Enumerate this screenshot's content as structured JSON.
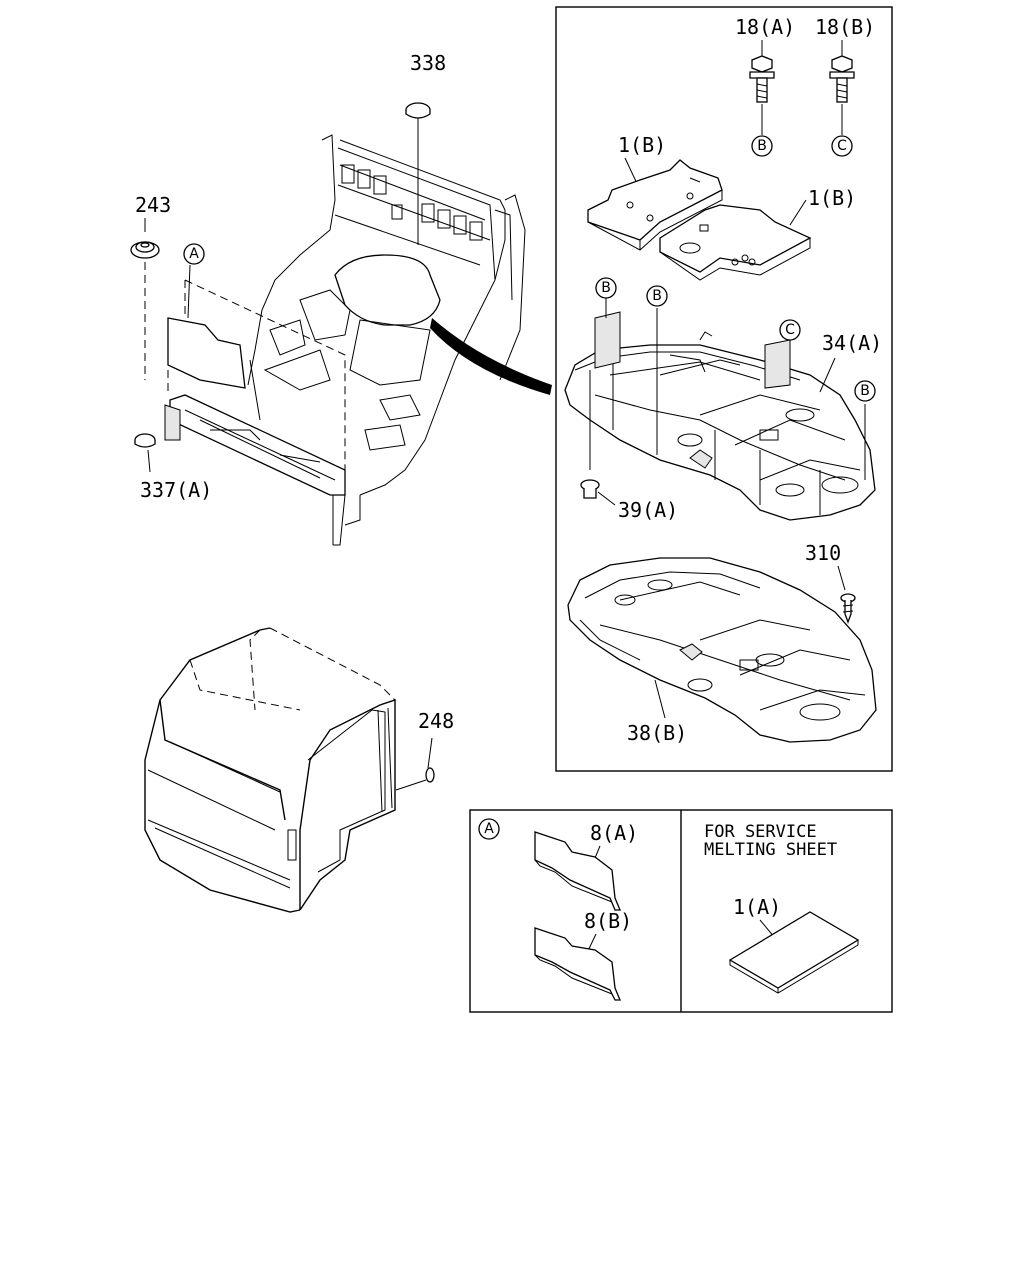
{
  "callouts": {
    "p338": "338",
    "p243": "243",
    "p337a": "337(A)",
    "p248": "248",
    "p18a": "18(A)",
    "p18b": "18(B)",
    "p1b_top": "1(B)",
    "p1b_right": "1(B)",
    "p34a": "34(A)",
    "p39a": "39(A)",
    "p310": "310",
    "p38b": "38(B)",
    "p8a": "8(A)",
    "p8b": "8(B)",
    "p1a": "1(A)"
  },
  "ref_marks": {
    "a_main": "A",
    "b_bolt": "B",
    "c_bolt": "C",
    "b_left1": "B",
    "b_left2": "B",
    "c_mid": "C",
    "b_right": "B",
    "a_inset": "A"
  },
  "service_box": {
    "line1": "FOR SERVICE",
    "line2": "MELTING SHEET"
  }
}
